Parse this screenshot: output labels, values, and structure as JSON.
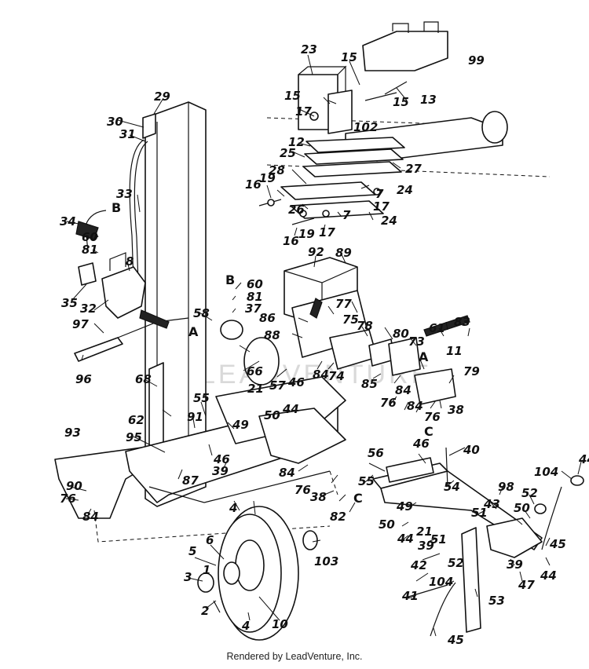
{
  "footer": {
    "text": "Rendered by LeadVenture, Inc."
  },
  "watermark": {
    "text": "LEADVENTURE"
  },
  "connections": [
    "A",
    "B",
    "C"
  ],
  "callouts": [
    "1",
    "2",
    "3",
    "4",
    "5",
    "6",
    "7",
    "8",
    "10",
    "11",
    "12",
    "13",
    "15",
    "16",
    "17",
    "19",
    "21",
    "23",
    "24",
    "25",
    "26",
    "27",
    "28",
    "29",
    "30",
    "31",
    "32",
    "33",
    "34",
    "35",
    "37",
    "38",
    "39",
    "40",
    "41",
    "42",
    "43",
    "44",
    "45",
    "46",
    "47",
    "49",
    "50",
    "51",
    "52",
    "53",
    "54",
    "55",
    "56",
    "57",
    "58",
    "60",
    "61",
    "62",
    "66",
    "68",
    "73",
    "74",
    "75",
    "76",
    "77",
    "78",
    "79",
    "80",
    "81",
    "82",
    "83",
    "84",
    "85",
    "86",
    "87",
    "88",
    "89",
    "90",
    "91",
    "92",
    "93",
    "95",
    "96",
    "97",
    "98",
    "99",
    "102",
    "103",
    "104"
  ]
}
